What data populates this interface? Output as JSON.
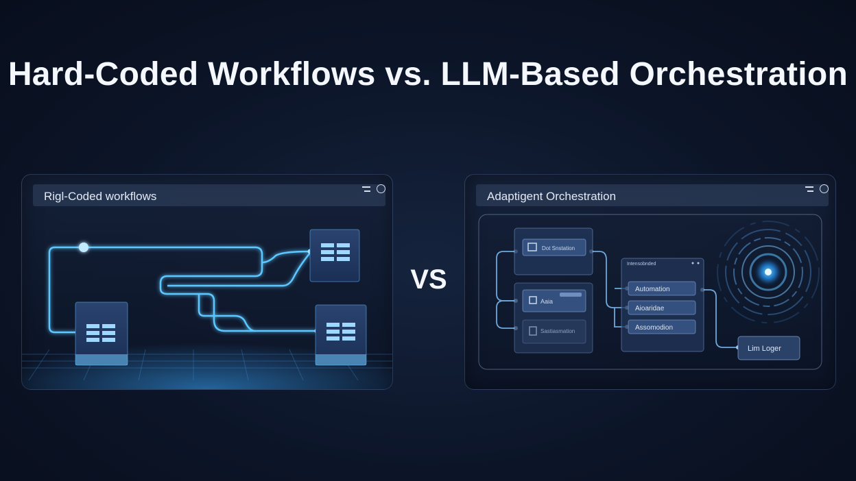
{
  "title": "Hard-Coded Workflows vs. LLM-Based Orchestration",
  "vs_label": "VS",
  "left_panel": {
    "header": "Rigl-Coded workflows"
  },
  "right_panel": {
    "header": "Adaptigent Orchestration",
    "card_top_label": "Dot Snstation",
    "card_mid_label": "Aaia",
    "card_bottom_label": "Sastiasmation",
    "center_header": "Intensobnded",
    "items": [
      "Automation",
      "Aioaridae",
      "Assomodion"
    ],
    "output_label": "Lim Loger"
  },
  "colors": {
    "accent": "#4fc3ff",
    "background": "#0c1528"
  }
}
